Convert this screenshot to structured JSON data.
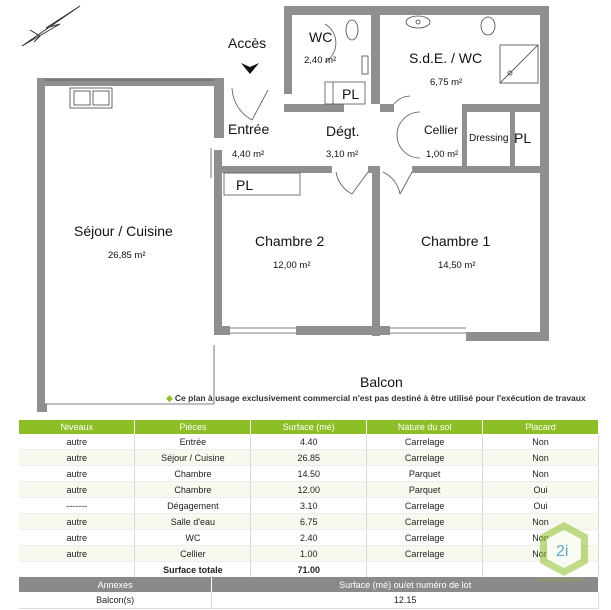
{
  "plan": {
    "acces_label": "Accès",
    "balcon_label": "Balcon",
    "rooms": {
      "wc": {
        "name": "WC",
        "area": "2,40 m²"
      },
      "sde": {
        "name": "S.d.E. / WC",
        "area": "6,75 m²"
      },
      "entree": {
        "name": "Entrée",
        "area": "4,40 m²"
      },
      "degt": {
        "name": "Dégt.",
        "area": "3,10 m²"
      },
      "cellier": {
        "name": "Cellier",
        "area": "1,00 m²"
      },
      "dressing": {
        "name": "Dressing"
      },
      "sejour": {
        "name": "Séjour / Cuisine",
        "area": "26,85 m²"
      },
      "chambre2": {
        "name": "Chambre 2",
        "area": "12,00 m²"
      },
      "chambre1": {
        "name": "Chambre 1",
        "area": "14,50 m²"
      }
    },
    "pl_label": "PL"
  },
  "disclaimer": "Ce plan à usage exclusivement commercial n'est pas destiné à être utilisé pour l'exécution de travaux",
  "pieces_table": {
    "headers": [
      "Niveaux",
      "Pièces",
      "Surface (mé)",
      "Nature du sol",
      "Placard"
    ],
    "rows": [
      [
        "autre",
        "Entrée",
        "4.40",
        "Carrelage",
        "Non"
      ],
      [
        "autre",
        "Séjour / Cuisine",
        "26.85",
        "Carrelage",
        "Non"
      ],
      [
        "autre",
        "Chambre",
        "14.50",
        "Parquet",
        "Non"
      ],
      [
        "autre",
        "Chambre",
        "12.00",
        "Parquet",
        "Oui"
      ],
      [
        "-------",
        "Dégagement",
        "3.10",
        "Carrelage",
        "Oui"
      ],
      [
        "autre",
        "Salle d'eau",
        "6.75",
        "Carrelage",
        "Non"
      ],
      [
        "autre",
        "WC",
        "2.40",
        "Carrelage",
        "Non"
      ],
      [
        "autre",
        "Cellier",
        "1.00",
        "Carrelage",
        "Non"
      ]
    ],
    "total_label": "Surface totale",
    "total_value": "71.00"
  },
  "annexes_table": {
    "headers": [
      "Annexes",
      "Surface (mé) ou/et numéro de lot"
    ],
    "rows": [
      [
        "Balcon(s)",
        "12.15"
      ]
    ]
  },
  "logo": {
    "text": "2i",
    "brand": "AGENCE SUD-OUEST",
    "icon": "hexagon-logo-icon"
  },
  "colors": {
    "accent_green": "#8cbf26",
    "wall_gray": "#8a8a8a",
    "annex_header": "#8a8a8a"
  }
}
